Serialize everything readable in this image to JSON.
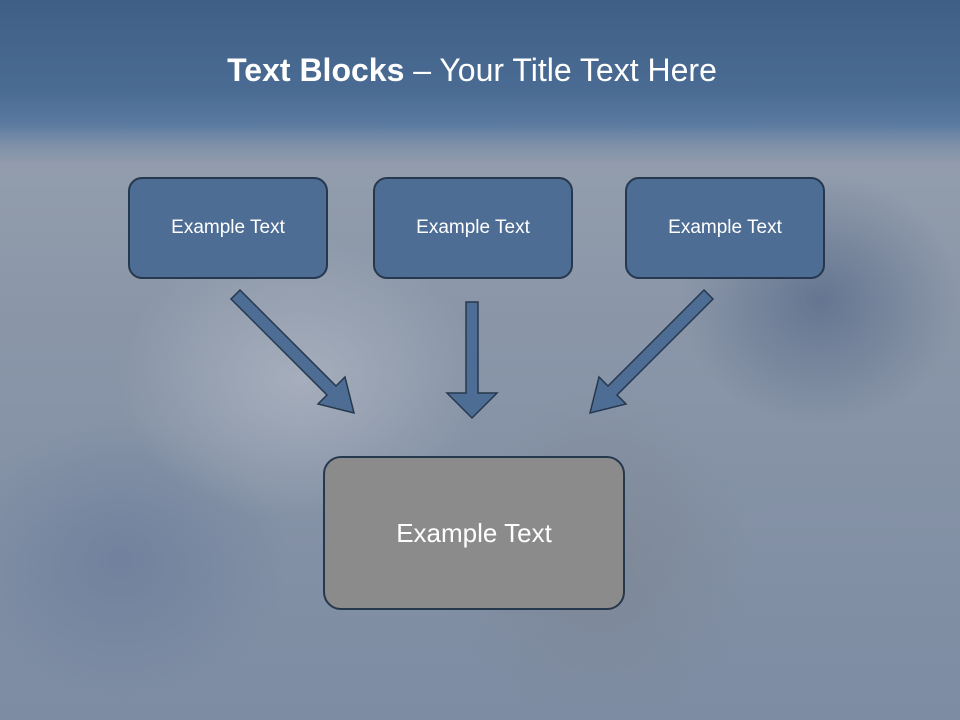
{
  "slide": {
    "title_bold": "Text Blocks",
    "title_rest": " – Your Title Text Here"
  },
  "blocks": {
    "left": "Example Text",
    "center": "Example Text",
    "right": "Example Text",
    "bottom": "Example Text"
  },
  "colors": {
    "header": "#4a6b93",
    "box_fill": "#4d6d94",
    "box_border": "#26384d",
    "bottom_fill": "#8b8b8b",
    "arrow": "#4d6d94"
  }
}
